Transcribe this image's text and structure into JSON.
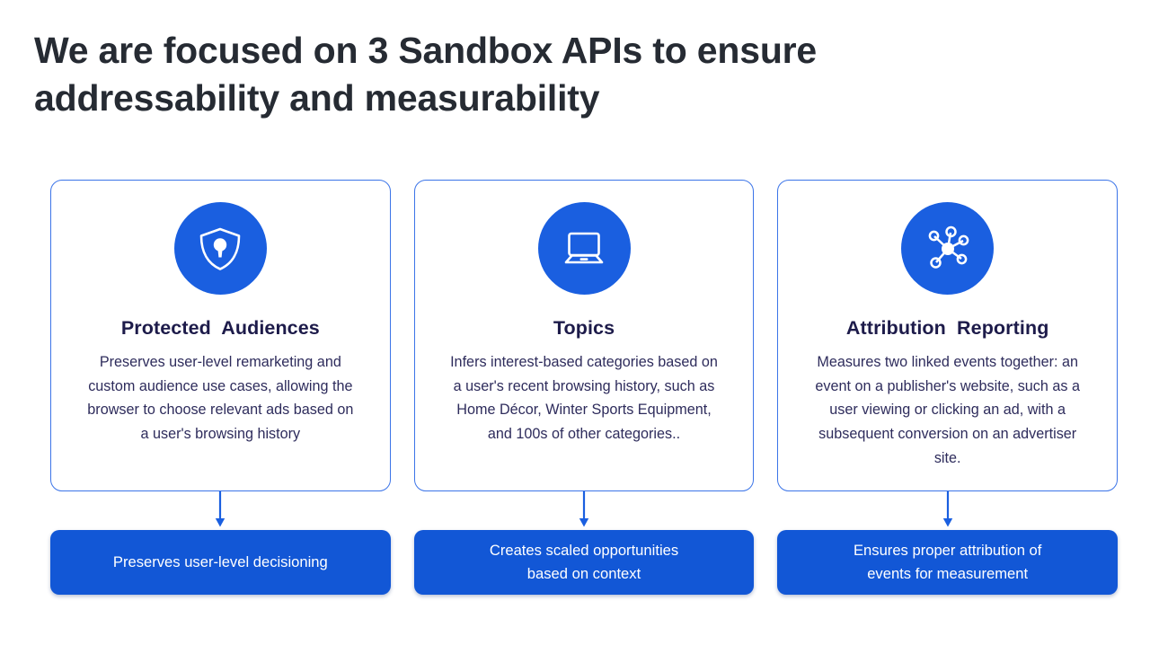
{
  "slide": {
    "title": "We are focused on 3 Sandbox APIs to ensure\naddressability and measurability",
    "title_color": "#262b33",
    "background": "#ffffff",
    "accent_blue": "#1a5fe0",
    "card_border_color": "#3b74e8",
    "card_title_color": "#1d1b4a",
    "card_body_color": "#2e2c5c",
    "pill_fill": "#1257d6",
    "pill_text_color": "#ffffff"
  },
  "cards": [
    {
      "icon": "shield-lock-icon",
      "title": "Protected  Audiences",
      "body": "Preserves user-level remarketing and custom audience use cases, allowing the browser to choose relevant ads based on a user's browsing history",
      "outcome": "Preserves user-level decisioning"
    },
    {
      "icon": "laptop-icon",
      "title": "Topics",
      "body": "Infers interest-based categories based on a user's recent browsing history, such as Home Décor, Winter Sports Equipment, and 100s of other categories..",
      "outcome": "Creates scaled opportunities\nbased on context"
    },
    {
      "icon": "network-nodes-icon",
      "title": "Attribution  Reporting",
      "body": "Measures two linked events together: an event on a publisher's website, such as a user viewing or clicking an ad, with a subsequent conversion on an advertiser site.",
      "outcome": "Ensures proper attribution of\nevents for measurement"
    }
  ]
}
